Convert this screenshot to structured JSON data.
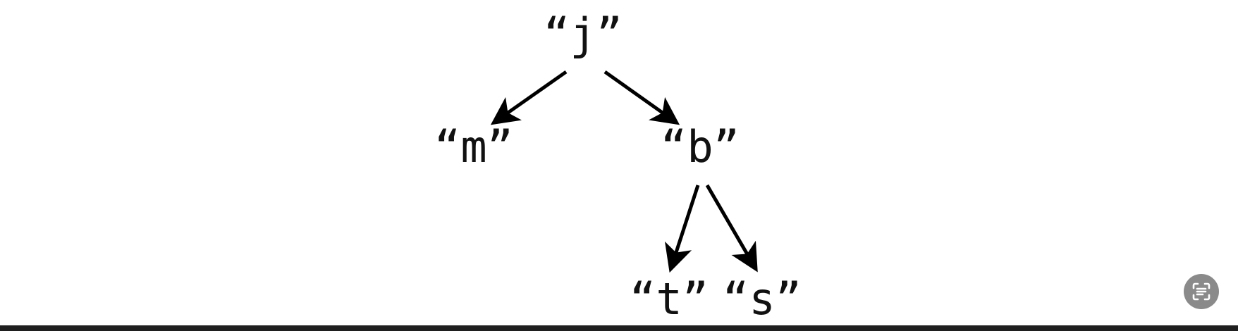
{
  "diagram": {
    "type": "tree",
    "nodes": {
      "j": {
        "label": "“j”"
      },
      "m": {
        "label": "“m”"
      },
      "b": {
        "label": "“b”"
      },
      "t": {
        "label": "“t”"
      },
      "s": {
        "label": "“s”"
      }
    },
    "edges": [
      {
        "from": "j",
        "to": "m"
      },
      {
        "from": "j",
        "to": "b"
      },
      {
        "from": "b",
        "to": "t"
      },
      {
        "from": "b",
        "to": "s"
      }
    ]
  },
  "overlay": {
    "icon": "text-recognition-icon",
    "button_color": "#8a8a8a",
    "bottom_bar_color": "#1f1f1f"
  }
}
